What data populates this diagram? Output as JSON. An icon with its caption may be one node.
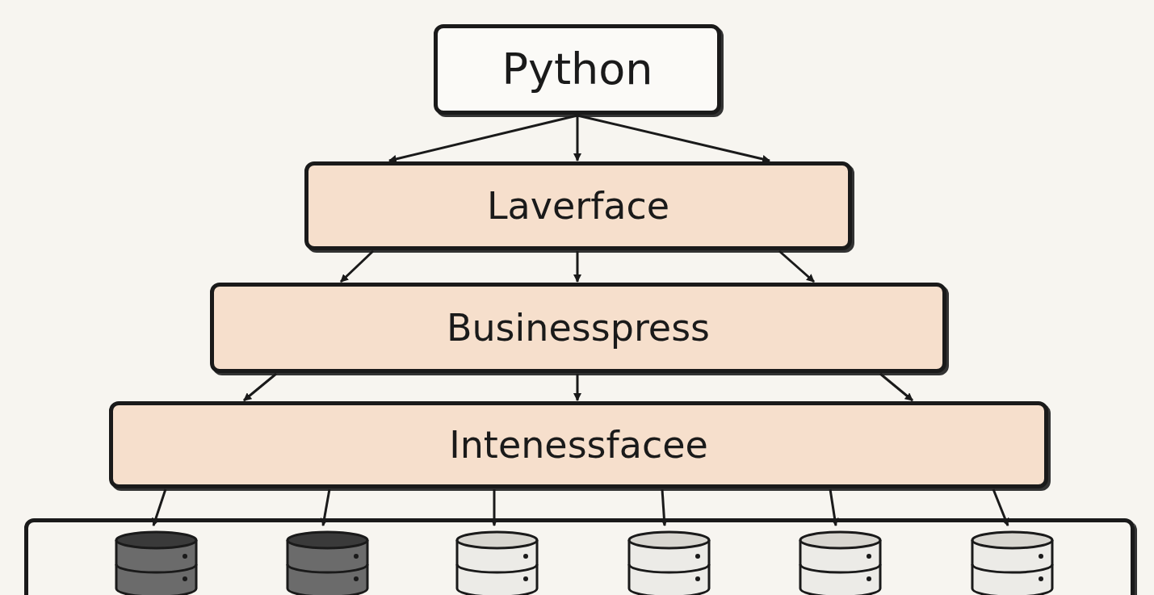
{
  "diagram": {
    "nodes": [
      {
        "text": [
          "Python"
        ]
      },
      {
        "text": [
          "Laverface"
        ]
      },
      {
        "text": [
          "Businesspress"
        ]
      },
      {
        "text": [
          "Intenessfacee"
        ]
      },
      {
        "text": [],
        "shape": "box"
      },
      {
        "text": [],
        "shape": "cylinder",
        "in": 4
      },
      {
        "text": [],
        "shape": "cylinder",
        "in": 4
      },
      {
        "text": [],
        "shape": "cylinder",
        "in": 4
      },
      {
        "text": [],
        "shape": "cylinder",
        "in": 4
      },
      {
        "text": [],
        "shape": "cylinder",
        "in": 4
      },
      {
        "text": [],
        "shape": "cylinder",
        "in": 4
      }
    ],
    "edges": [
      {
        "from": 0,
        "to": 1,
        "arrow": "to"
      },
      {
        "from": 0,
        "to": 1,
        "arrow": "to"
      },
      {
        "from": 0,
        "to": 1,
        "arrow": "to"
      },
      {
        "from": 1,
        "to": 2,
        "arrow": "to"
      },
      {
        "from": 1,
        "to": 2,
        "arrow": "to"
      },
      {
        "from": 1,
        "to": 2,
        "arrow": "to"
      },
      {
        "from": 2,
        "to": 3,
        "arrow": "to"
      },
      {
        "from": 2,
        "to": 3,
        "arrow": "to"
      },
      {
        "from": 2,
        "to": 3,
        "arrow": "to"
      },
      {
        "from": 3,
        "to": 5,
        "arrow": "to"
      },
      {
        "from": 3,
        "to": 6,
        "arrow": "to"
      },
      {
        "from": 3,
        "to": 7,
        "arrow": "to"
      },
      {
        "from": 3,
        "to": 8,
        "arrow": "to"
      },
      {
        "from": 3,
        "to": 9,
        "arrow": "to"
      },
      {
        "from": 3,
        "to": 10,
        "arrow": "to"
      }
    ]
  }
}
